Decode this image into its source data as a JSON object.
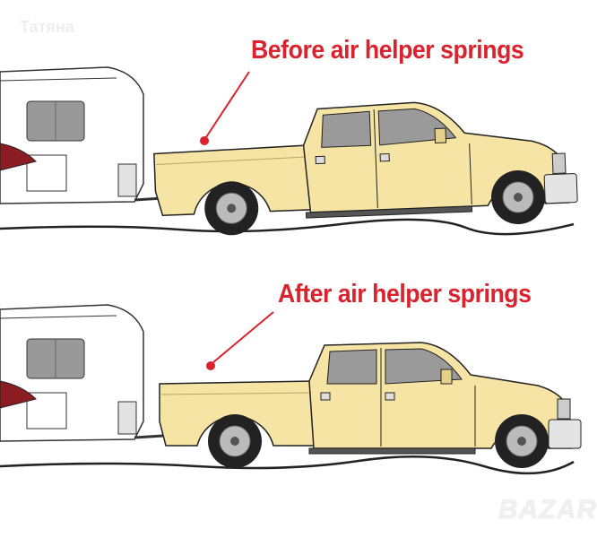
{
  "panels": [
    {
      "label": "Before air helper springs"
    },
    {
      "label": "After air helper springs"
    }
  ],
  "watermarks": {
    "user": "Татяна",
    "site": "BAZAR"
  },
  "colors": {
    "truck_body": "#f5e4a3",
    "label_red": "#d9232e",
    "outline": "#222222"
  }
}
